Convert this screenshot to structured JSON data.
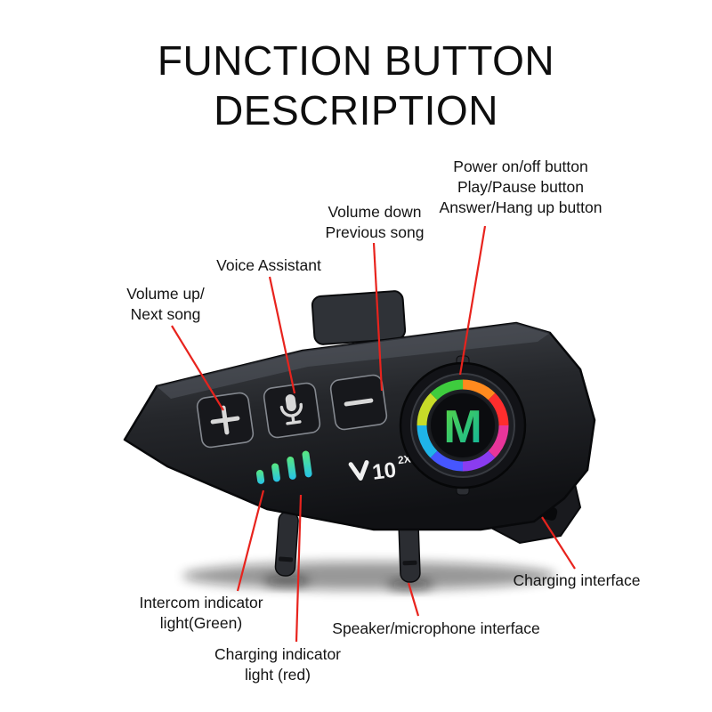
{
  "title": {
    "line1": "FUNCTION BUTTON",
    "line2": "DESCRIPTION"
  },
  "labels": {
    "power": [
      "Power on/off button",
      "Play/Pause button",
      "Answer/Hang up button"
    ],
    "volume_down": [
      "Volume down",
      "Previous song"
    ],
    "voice_assistant": [
      "Voice Assistant"
    ],
    "volume_up": [
      "Volume up/",
      "Next song"
    ],
    "charging_interface": [
      "Charging interface"
    ],
    "intercom_light": [
      "Intercom indicator",
      "light(Green)"
    ],
    "speaker_mic": [
      "Speaker/microphone interface"
    ],
    "charging_light": [
      "Charging indicator",
      "light (red)"
    ]
  },
  "device": {
    "model_number": "10",
    "model_suffix": "2X",
    "logo_letter": "M",
    "button_icons": {
      "volume_up": "plus-icon",
      "voice_assistant": "microphone-icon",
      "volume_down": "minus-icon"
    }
  },
  "colors": {
    "annotation_line": "#e8231d",
    "led_green": "#59e87f",
    "led_blue": "#27c3e8",
    "logo_green": "#59d63f",
    "logo_teal": "#0cb4a4",
    "device_body": "#25272b"
  }
}
